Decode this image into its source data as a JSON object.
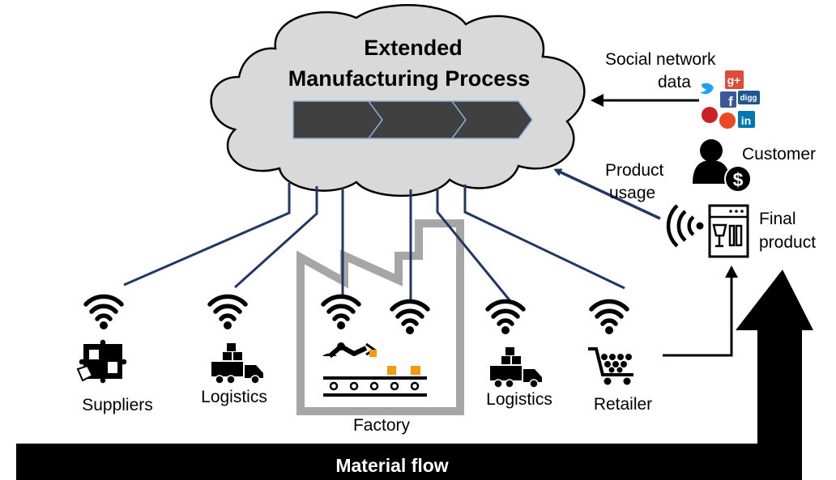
{
  "cloud": {
    "title_line1": "Extended",
    "title_line2": "Manufacturing Process"
  },
  "social": {
    "label_line1": "Social network",
    "label_line2": "data",
    "icon_labels": {
      "google_plus": "g+",
      "facebook": "f",
      "digg": "digg",
      "linkedin": "in"
    }
  },
  "customer": {
    "label": "Customer",
    "currency_symbol": "$"
  },
  "usage": {
    "label_line1": "Product",
    "label_line2": "usage"
  },
  "final_product": {
    "label_line1": "Final",
    "label_line2": "product"
  },
  "nodes": {
    "suppliers": "Suppliers",
    "logistics_in": "Logistics",
    "factory": "Factory",
    "logistics_out": "Logistics",
    "retailer": "Retailer"
  },
  "material_flow": {
    "label": "Material flow"
  },
  "colors": {
    "cloud_fill": "#d9d9d9",
    "process_arrow": "#404040",
    "link_line": "#1f3864",
    "factory_outline": "#a6a6a6",
    "factory_box": "#f59b0b",
    "black": "#000000"
  }
}
